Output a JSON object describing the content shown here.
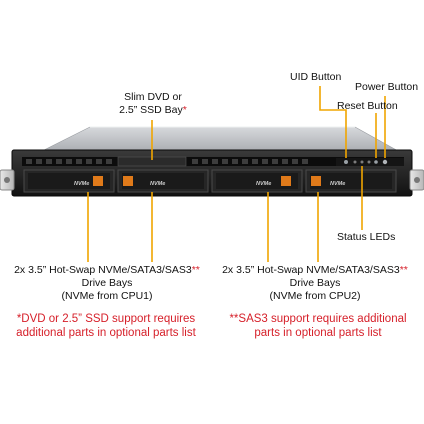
{
  "labels": {
    "slim_dvd_line1": "Slim DVD or",
    "slim_dvd_line2": "2.5” SSD Bay",
    "slim_dvd_mark": "*",
    "uid_button": "UID Button",
    "power_button": "Power Button",
    "reset_button": "Reset Button",
    "status_leds": "Status LEDs",
    "left_bays_line1": "2x 3.5” Hot-Swap NVMe/SATA3/SAS3",
    "left_bays_mark": "**",
    "left_bays_line2": "Drive Bays",
    "left_bays_line3": "(NVMe from CPU1)",
    "right_bays_line1": "2x 3.5” Hot-Swap NVMe/SATA3/SAS3",
    "right_bays_mark": "**",
    "right_bays_line2": "Drive Bays",
    "right_bays_line3": "(NVMe from CPU2)"
  },
  "notes": {
    "left_line1": "*DVD or 2.5” SSD support requires",
    "left_line2": "additional parts in optional parts list",
    "right_line1": "**SAS3 support requires additional",
    "right_line2": "parts in optional parts list"
  },
  "drive_tray_label": "NVMe",
  "colors": {
    "callout_line": "#f0a500",
    "note_red": "#d6202a",
    "chassis_dark": "#1e1e1e",
    "chassis_top": "#b9bcc0",
    "bay_orange": "#e07a1a"
  }
}
